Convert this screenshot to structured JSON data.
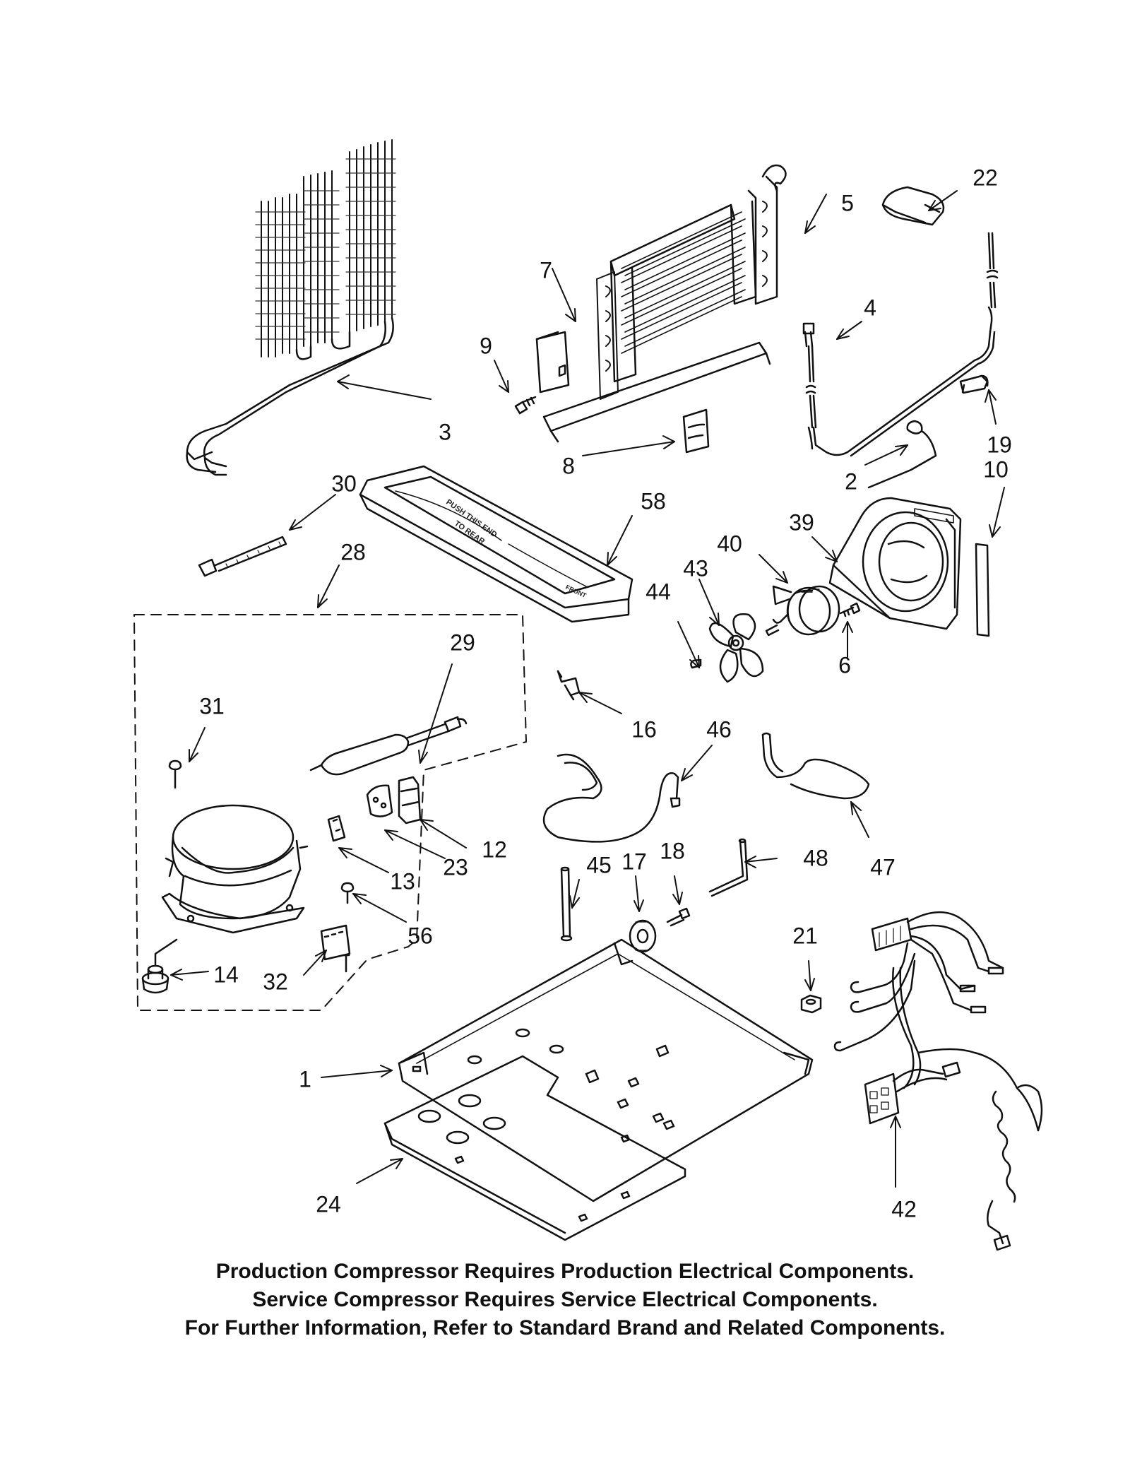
{
  "callouts": {
    "c1": "1",
    "c2": "2",
    "c3": "3",
    "c4": "4",
    "c5": "5",
    "c6": "6",
    "c7": "7",
    "c8": "8",
    "c9": "9",
    "c10": "10",
    "c12": "12",
    "c13": "13",
    "c14": "14",
    "c16": "16",
    "c17": "17",
    "c18": "18",
    "c19": "19",
    "c21": "21",
    "c22": "22",
    "c23": "23",
    "c24": "24",
    "c28": "28",
    "c29": "29",
    "c30": "30",
    "c31": "31",
    "c32": "32",
    "c39": "39",
    "c40": "40",
    "c42": "42",
    "c43": "43",
    "c44": "44",
    "c45": "45",
    "c46": "46",
    "c47": "47",
    "c48": "48",
    "c56": "56",
    "c58": "58"
  },
  "drain_pan_stamp": {
    "line1": "PUSH THIS END",
    "line2": "TO REAR",
    "front": "FRONT"
  },
  "footer": {
    "line1": "Production Compressor Requires Production Electrical Components.",
    "line2": "Service Compressor Requires Service Electrical Components.",
    "line3": "For Further Information, Refer to Standard Brand and Related Components."
  }
}
